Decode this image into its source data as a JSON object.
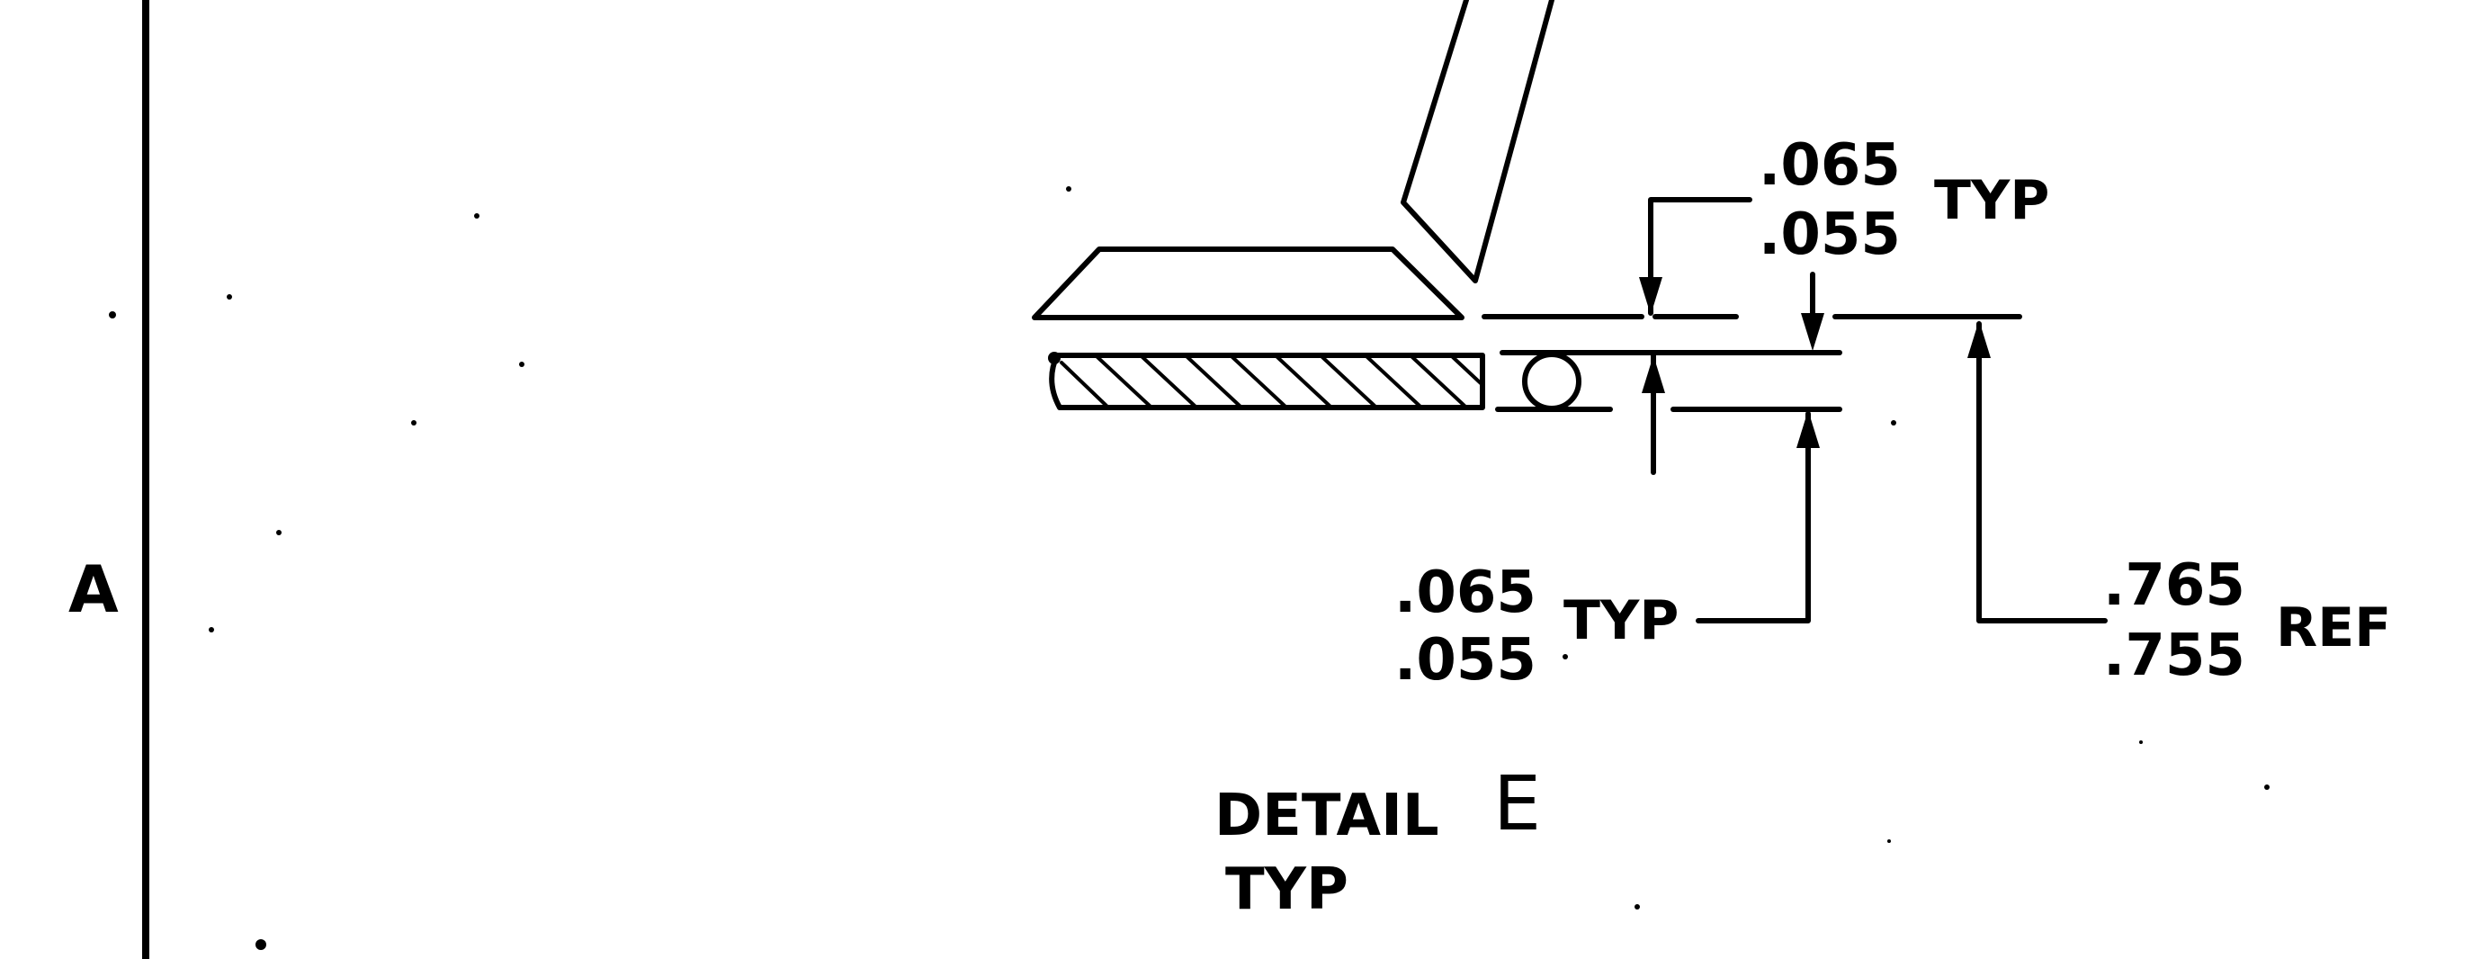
{
  "zone_label": "A",
  "upper_dimension": {
    "max": ".065",
    "min": ".055",
    "note": "TYP"
  },
  "lower_dimension": {
    "max": ".065",
    "min": ".055",
    "note": "TYP"
  },
  "reference_dimension": {
    "max": ".765",
    "min": ".755",
    "note": "REF"
  },
  "detail": {
    "word": "DETAIL",
    "letter": "E",
    "note": "TYP"
  }
}
